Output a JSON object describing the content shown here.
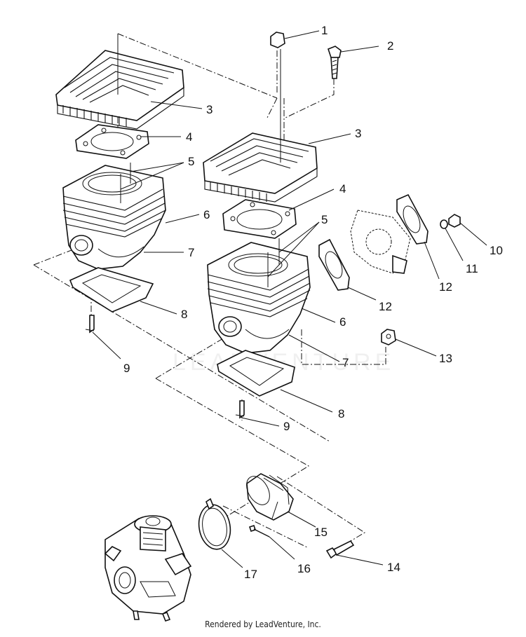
{
  "callouts": [
    {
      "id": "c1a",
      "text": "1"
    },
    {
      "id": "c2a",
      "text": "2"
    },
    {
      "id": "c3a",
      "text": "3"
    },
    {
      "id": "c3b",
      "text": "3"
    },
    {
      "id": "c4a",
      "text": "4"
    },
    {
      "id": "c4b",
      "text": "4"
    },
    {
      "id": "c5a",
      "text": "5"
    },
    {
      "id": "c5b",
      "text": "5"
    },
    {
      "id": "c6a",
      "text": "6"
    },
    {
      "id": "c6b",
      "text": "6"
    },
    {
      "id": "c7a",
      "text": "7"
    },
    {
      "id": "c7b",
      "text": "7"
    },
    {
      "id": "c8a",
      "text": "8"
    },
    {
      "id": "c8b",
      "text": "8"
    },
    {
      "id": "c9a",
      "text": "9"
    },
    {
      "id": "c9b",
      "text": "9"
    },
    {
      "id": "c10",
      "text": "10"
    },
    {
      "id": "c11",
      "text": "11"
    },
    {
      "id": "c12a",
      "text": "12"
    },
    {
      "id": "c12b",
      "text": "12"
    },
    {
      "id": "c13",
      "text": "13"
    },
    {
      "id": "c14",
      "text": "14"
    },
    {
      "id": "c15",
      "text": "15"
    },
    {
      "id": "c16",
      "text": "16"
    },
    {
      "id": "c17",
      "text": "17"
    }
  ],
  "watermark": "LEADVENTURE",
  "footer": "Rendered by LeadVenture, Inc."
}
